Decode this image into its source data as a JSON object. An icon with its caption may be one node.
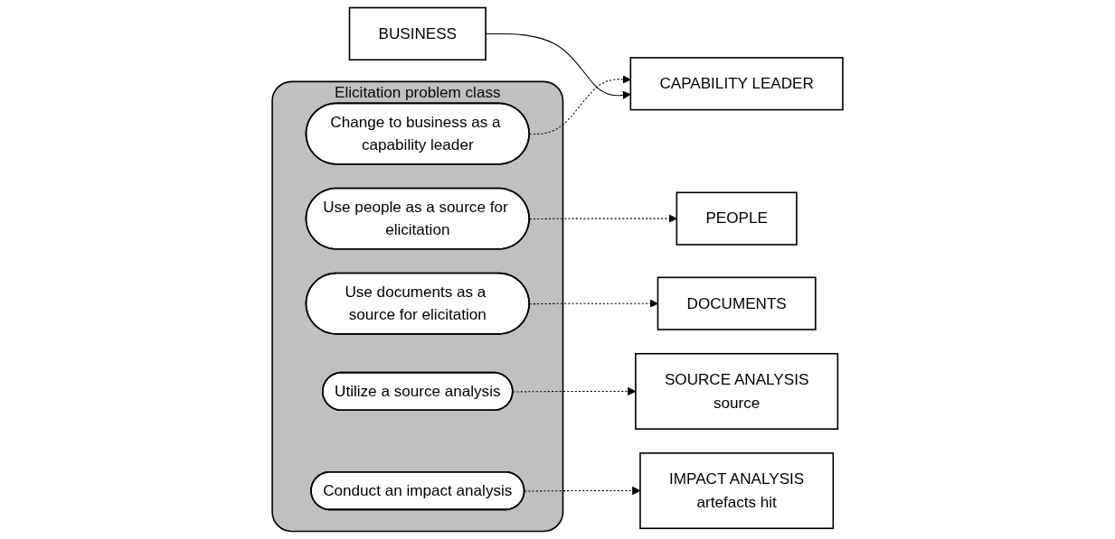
{
  "diagram": {
    "nodes": [
      {
        "text": [
          "Elicitation problem class"
        ]
      },
      {
        "text": [
          "Change to business as a capability leader"
        ],
        "in": 0
      },
      {
        "text": [
          "Use people as a source for elicitation"
        ],
        "in": 0
      },
      {
        "text": [
          "Use documents as a source for elicitation"
        ],
        "in": 0
      },
      {
        "text": [
          "Utilize a source analysis"
        ],
        "in": 0
      },
      {
        "text": [
          "Conduct an impact analysis"
        ],
        "in": 0
      },
      {
        "text": [
          "CAPABILITY LEADER"
        ]
      },
      {
        "text": [
          "BUSINESS"
        ]
      },
      {
        "text": [
          "PEOPLE"
        ]
      },
      {
        "text": [
          "DOCUMENTS"
        ]
      },
      {
        "text": [
          "SOURCE ANALYSIS",
          "source"
        ]
      },
      {
        "text": [
          "IMPACT ANALYSIS",
          "artefacts hit"
        ]
      }
    ],
    "edges": [
      {
        "from": 1,
        "to": 6,
        "arrow": "to",
        "style": "dashed"
      },
      {
        "from": 7,
        "to": 6,
        "arrow": "to"
      },
      {
        "from": 2,
        "to": 8,
        "arrow": "to",
        "style": "dashed"
      },
      {
        "from": 3,
        "to": 9,
        "arrow": "to",
        "style": "dashed"
      },
      {
        "from": 4,
        "to": 10,
        "arrow": "to",
        "style": "dashed"
      },
      {
        "from": 5,
        "to": 11,
        "arrow": "to",
        "style": "dashed"
      }
    ]
  }
}
